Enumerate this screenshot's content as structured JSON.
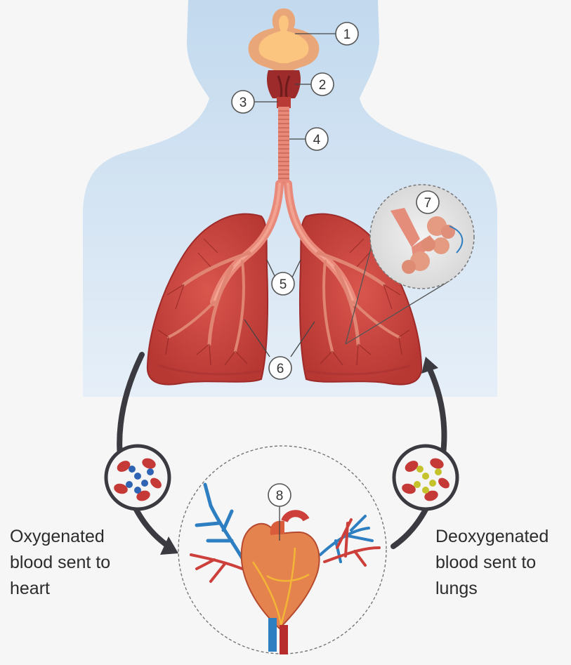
{
  "callouts": [
    {
      "number": "1",
      "structure": "nasal-cavity"
    },
    {
      "number": "2",
      "structure": "pharynx"
    },
    {
      "number": "3",
      "structure": "larynx"
    },
    {
      "number": "4",
      "structure": "trachea"
    },
    {
      "number": "5",
      "structure": "bronchi"
    },
    {
      "number": "6",
      "structure": "bronchioles"
    },
    {
      "number": "7",
      "structure": "alveoli"
    },
    {
      "number": "8",
      "structure": "heart"
    }
  ],
  "captions": {
    "oxygenated": [
      "Oxygenated",
      "blood sent to",
      "heart"
    ],
    "deoxygenated": [
      "Deoxygenated",
      "blood sent to",
      "lungs"
    ]
  },
  "colors": {
    "background": "#f6f6f6",
    "body_silhouette": "#c9dff1",
    "lung": "#c9413b",
    "lung_dark": "#9e2b29",
    "airway": "#e9897a",
    "oxygenated_cell": "#2f63b3",
    "deoxygenated_cell": "#c6c22c",
    "red_cell": "#c53a37",
    "vein_blue": "#2e7fc1",
    "artery_red": "#cc3f3a",
    "arrow": "#3b3a41"
  }
}
